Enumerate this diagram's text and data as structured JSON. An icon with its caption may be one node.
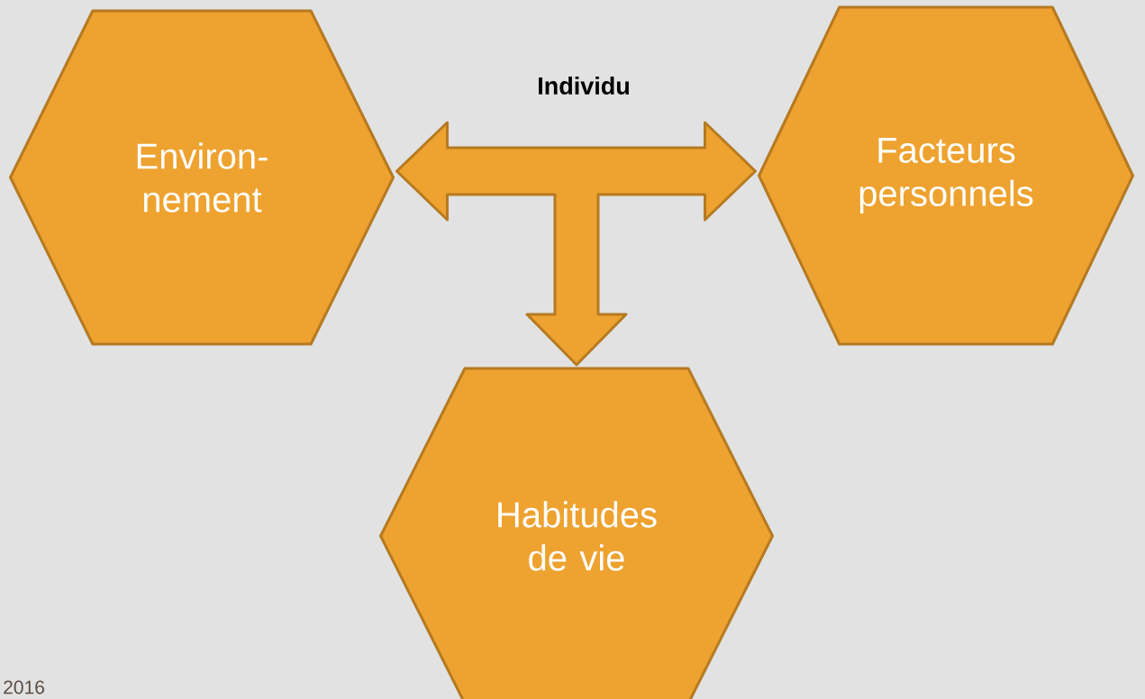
{
  "diagram": {
    "nodes": [
      {
        "text": [
          "Environ- nement"
        ]
      },
      {
        "text": [
          "Facteurs personnels"
        ]
      },
      {
        "text": [
          "Habitudes de vie"
        ]
      }
    ],
    "edges": [
      {
        "from": 0,
        "to": 1,
        "arrow": "both"
      },
      {
        "from": null,
        "to": 2,
        "arrow": "to"
      }
    ],
    "labels": [
      "Individu",
      "2016"
    ]
  }
}
